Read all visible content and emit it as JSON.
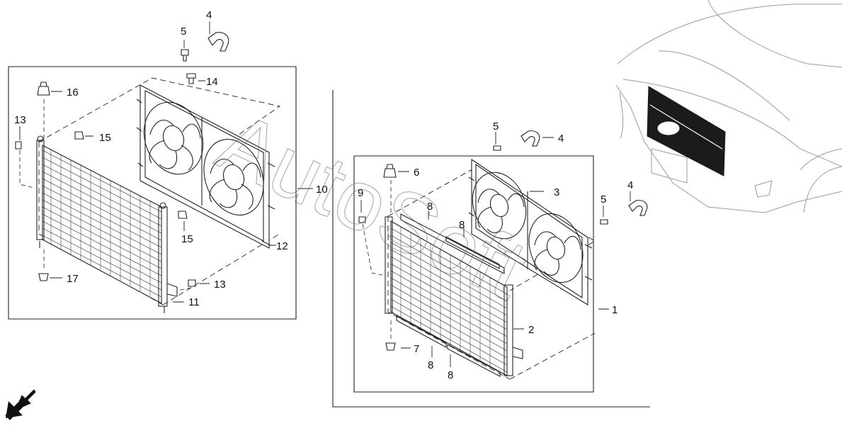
{
  "watermark": "AutoSoft",
  "callouts": {
    "c1": "1",
    "c2": "2",
    "c3": "3",
    "c4a": "4",
    "c4b": "4",
    "c4c": "4",
    "c5a": "5",
    "c5b": "5",
    "c5c": "5",
    "c6": "6",
    "c7": "7",
    "c8a": "8",
    "c8b": "8",
    "c8c": "8",
    "c8d": "8",
    "c9": "9",
    "c10": "10",
    "c11": "11",
    "c12": "12",
    "c13a": "13",
    "c13b": "13",
    "c14": "14",
    "c15a": "15",
    "c15b": "15",
    "c16": "16",
    "c17": "17"
  },
  "colors": {
    "line": "#222222",
    "vehicle_line": "#9a9a9a",
    "highlight": "#1b1b1b"
  },
  "icons": {
    "direction": "front-direction-arrow-icon"
  }
}
